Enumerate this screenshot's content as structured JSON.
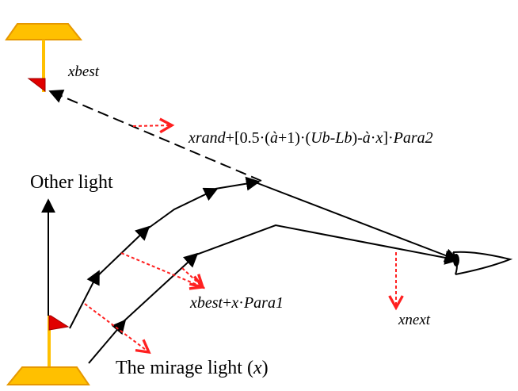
{
  "colors": {
    "lamp_yellow": "#FFC000",
    "lamp_dark": "#E69800",
    "light_red": "#E00000",
    "light_red_shade": "#FF8080",
    "guide_red": "#FF2020",
    "line": "#000000"
  },
  "labels": {
    "xbest": "xbest",
    "other_light": "Other light",
    "update_formula": {
      "p1": "xrand",
      "p2": "+[0.5·(",
      "p3": "à",
      "p4": "+1)·(",
      "p5": "Ub",
      "p6": "-",
      "p7": "Lb",
      "p8": ")-",
      "p9": "à",
      "p10": "·",
      "p11": "x",
      "p12": "]·",
      "p13": "Para2"
    },
    "mirage_formula": {
      "p1": "xbest",
      "p2": "+",
      "p3": "x",
      "p4": "·",
      "p5": "Para1"
    },
    "xnext": "xnext",
    "mirage_light": {
      "p1": "The mirage light (",
      "p2": "x",
      "p3": ")"
    }
  }
}
